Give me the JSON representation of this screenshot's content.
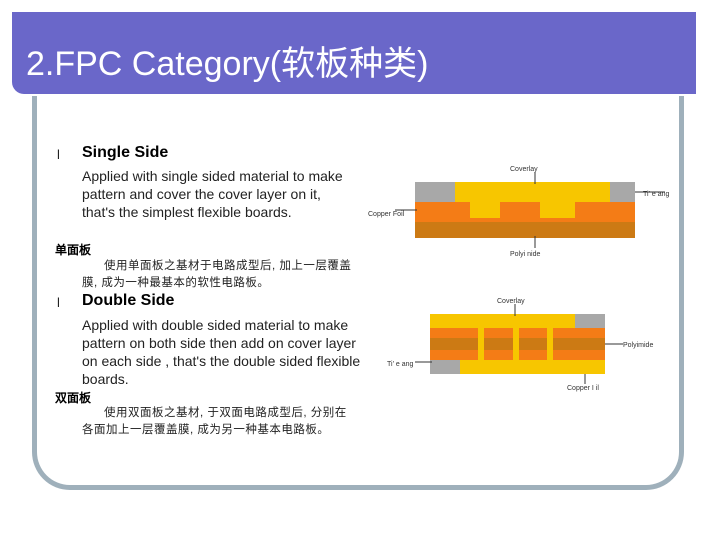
{
  "slide": {
    "title": "2.FPC Category(软板种类)"
  },
  "sections": [
    {
      "bullet": "l",
      "heading": "Single Side",
      "description": "Applied with single sided material to make pattern and cover the cover layer on it, that's the simplest flexible boards.",
      "cn_label": "单面板",
      "cn_text": "使用单面板之基材于电路成型后, 加上一层覆盖膜, 成为一种最基本的软性电路板。"
    },
    {
      "bullet": "l",
      "heading": "Double Side",
      "description": "Applied with double sided material to make pattern on both side then add on cover layer on each side , that's the double sided flexible boards.",
      "cn_label": "双面板",
      "cn_text": "使用双面板之基材, 于双面电路成型后, 分别在各面加上一层覆盖膜, 成为另一种基本电路板。"
    }
  ],
  "diagrams": {
    "single": {
      "label_top": "Coverlay",
      "label_right": "Ti' e ang",
      "label_left": "Copper Foil",
      "label_bottom": "Polyi nide"
    },
    "double": {
      "label_top": "Coverlay",
      "label_right": "Polyimide",
      "label_left": "Ti' e ang",
      "label_bottom": "Copper I il"
    }
  },
  "colors": {
    "title_bar": "#6a67c9",
    "frame": "#9fb0bb",
    "coverlay": "#f7c600",
    "copper": "#f47c16",
    "polyimide": "#cc7a14",
    "gray": "#a8a8a8"
  }
}
